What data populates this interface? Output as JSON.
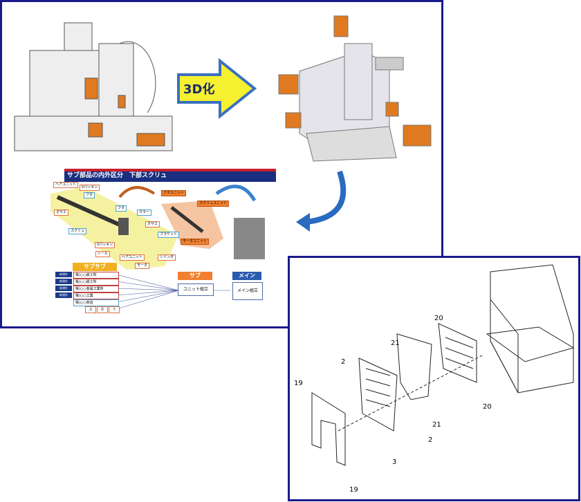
{
  "arrow_label": "3D化",
  "slide": {
    "title": "サブ部品の内外区分　下部スクリュ",
    "parts": [
      "ヘアユニット",
      "Vパッキン",
      "フタ",
      "オサエ",
      "スクリュ",
      "フタ",
      "カラー",
      "オサエ",
      "ブラケット",
      "Vパッキン",
      "シール",
      "ヘアユニット",
      "モータ",
      "シリンダ"
    ],
    "units": [
      "フタユニット",
      "スクリュユニット",
      "モータユニット"
    ],
    "subsub_label": "サブサブ",
    "sub_label": "サブ",
    "main_label": "メイン",
    "unit_assembly": "ユニット組立",
    "main_assembly": "メイン組立",
    "badge": "新規外",
    "companies": [
      "株)○○鉄工所",
      "株)○○鉄工所",
      "株)○○金属工業所",
      "株)○○工業",
      "株)○○商店"
    ],
    "bottom_cells": [
      "ス",
      "ホ",
      "う"
    ]
  },
  "exploded_labels": [
    "20",
    "21",
    "2",
    "19",
    "21",
    "2",
    "3",
    "19",
    "20"
  ]
}
